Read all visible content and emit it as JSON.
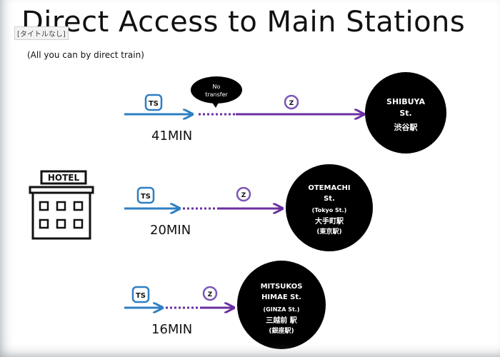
{
  "header": {
    "title": "Direct Access to Main Stations",
    "subtitle": "(All you can by direct train)",
    "untitled_tag": "[タイトルなし]"
  },
  "hotel": {
    "label": "HOTEL",
    "icon": "hotel-building-icon"
  },
  "colors": {
    "ts_line": "#2e7fc3",
    "z_line": "#6a2fa0",
    "station": "#000000"
  },
  "routes": [
    {
      "ts_badge": "TS",
      "z_badge": "Z",
      "callout": "No transfer",
      "time": "41MIN",
      "station_lines": [
        "SHIBUYA",
        "St.",
        "渋谷駅"
      ]
    },
    {
      "ts_badge": "TS",
      "z_badge": "Z",
      "time": "20MIN",
      "station_lines": [
        "OTEMACHI",
        "St.",
        "(Tokyo St.)",
        "大手町駅",
        "(東京駅)"
      ]
    },
    {
      "ts_badge": "TS",
      "z_badge": "Z",
      "time": "16MIN",
      "station_lines": [
        "MITSUKOS",
        "HIMAE St.",
        "(GINZA St.)",
        "三越前 駅",
        "(銀座駅)"
      ]
    }
  ]
}
